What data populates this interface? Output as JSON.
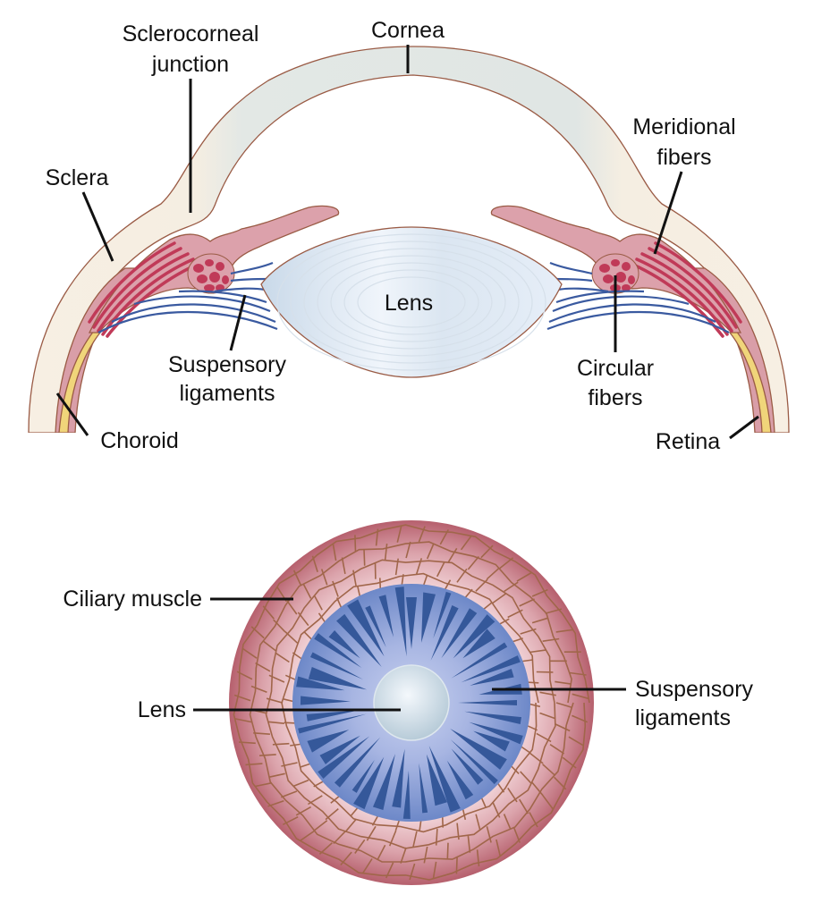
{
  "colors": {
    "sclera": "#f7efe3",
    "cornea": "#dfe6e4",
    "choroid": "#d99ea8",
    "ciliary_body": "#dca1ab",
    "muscle_fibers": "#c03a58",
    "retina": "#f0d57a",
    "ligaments": "#3a5aa0",
    "lens_light": "#eef4fb",
    "lens_dark": "#c8d8e8",
    "outline": "#9a5b45",
    "muscle_ring_outer": "#b8626f",
    "muscle_ring_inner": "#f3d6d9",
    "ligament_disc": "#6f8ccc",
    "ligament_rays": "#35589a",
    "text": "#111111"
  },
  "top_view": {
    "labels": {
      "sclerocorneal_1": "Sclerocorneal",
      "sclerocorneal_2": "junction",
      "cornea": "Cornea",
      "meridional_1": "Meridional",
      "meridional_2": "fibers",
      "sclera": "Sclera",
      "lens": "Lens",
      "suspensory_1": "Suspensory",
      "suspensory_2": "ligaments",
      "circular_1": "Circular",
      "circular_2": "fibers",
      "choroid": "Choroid",
      "retina": "Retina"
    }
  },
  "bottom_view": {
    "labels": {
      "ciliary_muscle": "Ciliary muscle",
      "lens": "Lens",
      "suspensory_1": "Suspensory",
      "suspensory_2": "ligaments"
    }
  }
}
